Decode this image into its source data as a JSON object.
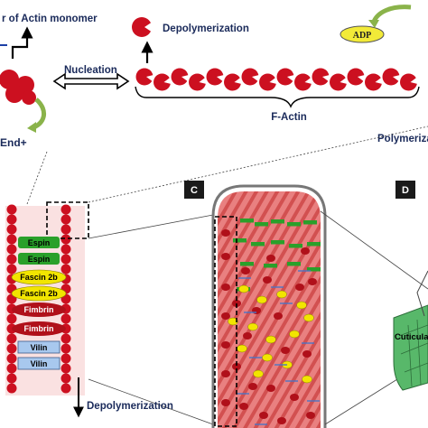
{
  "labels": {
    "actin_monomer": "r of Actin monomer",
    "depolymerization_top": "Depolymerization",
    "adp": "ADP",
    "nucleation": "Nucleation",
    "f_actin": "F-Actin",
    "polymerization": "Polymerizati",
    "end_plus": "End+",
    "depolymerization_bottom": "Depolymerization",
    "cuticular": "Cuticula"
  },
  "panels": {
    "c": "C",
    "d": "D"
  },
  "bundle_proteins": [
    "Espin",
    "Espin",
    "Fascin 2b",
    "Fascin 2b",
    "Fimbrin",
    "Fimbrin",
    "Vilin",
    "Vilin"
  ],
  "colors": {
    "actin_red": "#cc1020",
    "espin_green": "#2aa02a",
    "fascin_yellow": "#f2e500",
    "fimbrin_red": "#b0101a",
    "villin_blue": "#a8c8ee",
    "adp_yellow": "#f2ea38",
    "arrow_green": "#8ab34a",
    "stereocilia_pink": "#e87a7a",
    "cuticular_green": "#58b86a"
  },
  "icons": [
    "actin-monomer-icon",
    "double-arrow-icon",
    "curved-arrow-icon",
    "down-arrow-icon",
    "up-arrow-icon"
  ]
}
